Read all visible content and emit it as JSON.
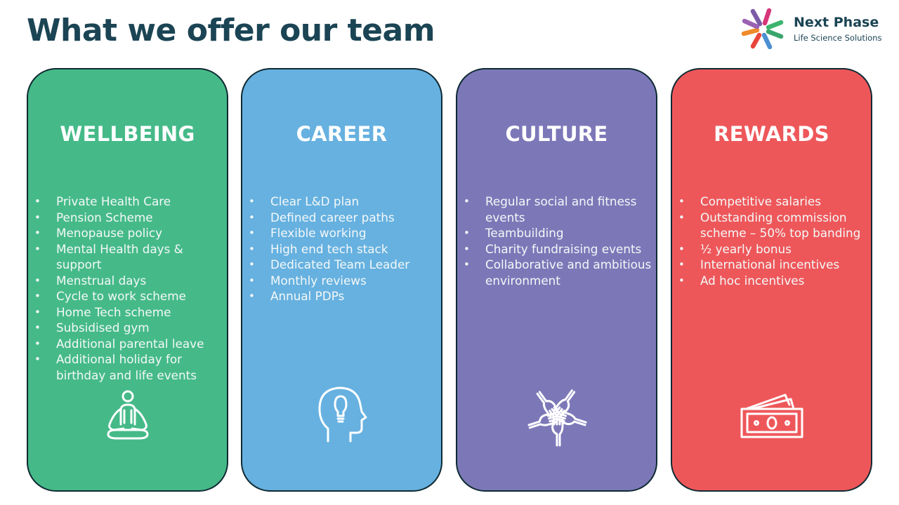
{
  "page": {
    "title": "What we offer our team"
  },
  "logo": {
    "name": "Next Phase",
    "tagline": "Life Science Solutions",
    "icon": "starburst-logo-icon"
  },
  "colors": {
    "title": "#1b4454",
    "wellbeing": "#45ba88",
    "career": "#66b1e0",
    "culture": "#7c78b8",
    "rewards": "#ee575a",
    "border": "#0f2a33"
  },
  "cards": [
    {
      "title": "WELLBEING",
      "icon": "meditation-icon",
      "items": [
        "Private Health Care",
        "Pension Scheme",
        "Menopause policy",
        "Mental Health days & support",
        "Menstrual days",
        "Cycle to work scheme",
        "Home Tech scheme",
        "Subsidised gym",
        "Additional parental leave",
        "Additional holiday for birthday and life events"
      ]
    },
    {
      "title": "CAREER",
      "icon": "head-lightbulb-icon",
      "items": [
        "Clear L&D plan",
        "Defined career paths",
        "Flexible working",
        "High end tech stack",
        "Dedicated Team Leader",
        "Monthly reviews",
        "Annual PDPs"
      ]
    },
    {
      "title": "CULTURE",
      "icon": "hands-together-icon",
      "items": [
        "Regular social and fitness events",
        "Teambuilding",
        "Charity fundraising events",
        "Collaborative and ambitious environment"
      ]
    },
    {
      "title": "REWARDS",
      "icon": "banknotes-icon",
      "items": [
        "Competitive salaries",
        "Outstanding commission scheme – 50% top banding",
        "½ yearly bonus",
        "International incentives",
        "Ad hoc incentives"
      ]
    }
  ]
}
